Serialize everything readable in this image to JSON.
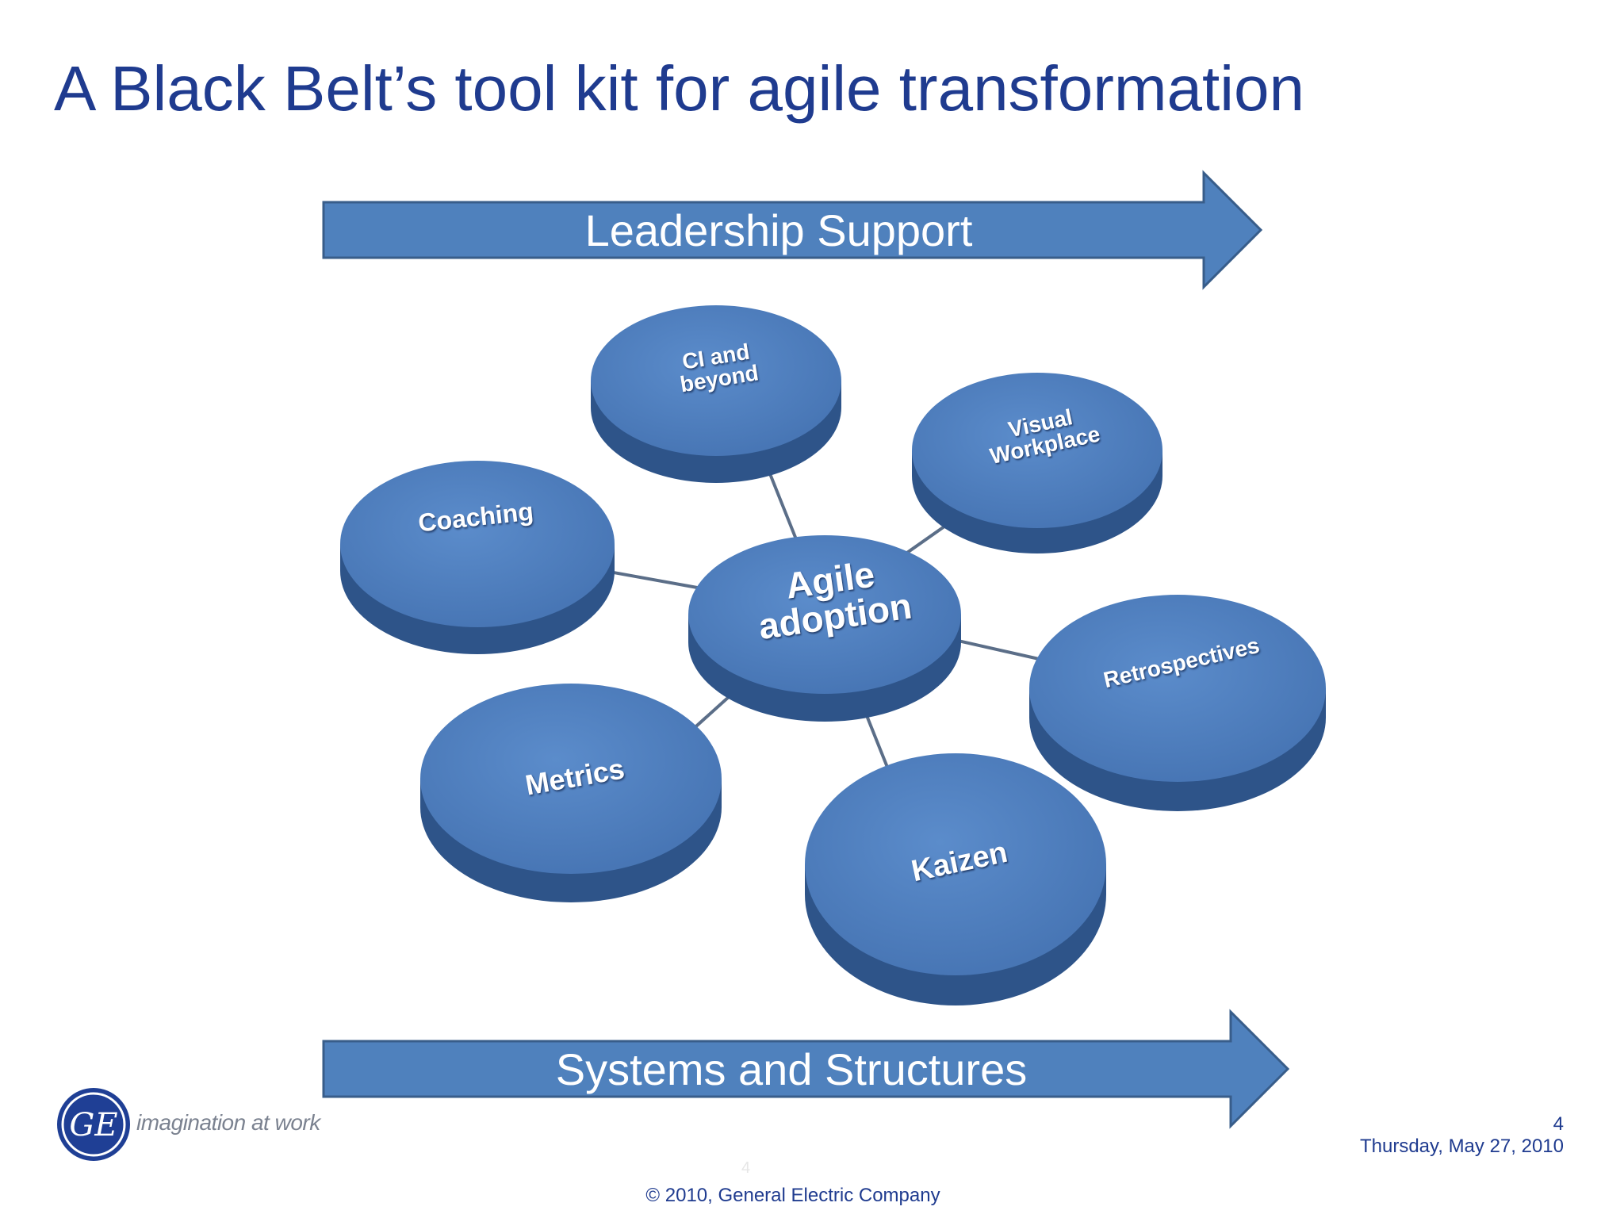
{
  "slide": {
    "title": "A Black Belt’s tool kit for agile transformation",
    "top_arrow_label": "Leadership Support",
    "bottom_arrow_label": "Systems and Structures",
    "diagram": {
      "center": {
        "lines": [
          "Agile",
          "adoption"
        ]
      },
      "nodes": [
        {
          "id": "ci",
          "lines": [
            "CI and",
            "beyond"
          ]
        },
        {
          "id": "visual",
          "lines": [
            "Visual",
            "Workplace"
          ]
        },
        {
          "id": "coaching",
          "lines": [
            "Coaching"
          ]
        },
        {
          "id": "retro",
          "lines": [
            "Retrospectives"
          ]
        },
        {
          "id": "metrics",
          "lines": [
            "Metrics"
          ]
        },
        {
          "id": "kaizen",
          "lines": [
            "Kaizen"
          ]
        }
      ]
    },
    "colors": {
      "title": "#1f3b8f",
      "arrow_fill": "#4f81bd",
      "arrow_stroke": "#385d8a",
      "node_top": "#4f7fbc",
      "node_side": "#2e5489"
    }
  },
  "footer": {
    "tagline": "imagination at work",
    "logo_text": "GE",
    "page_number": "4",
    "date": "Thursday, May 27, 2010",
    "faint_page_number": "4",
    "copyright": "© 2010, General Electric Company"
  }
}
